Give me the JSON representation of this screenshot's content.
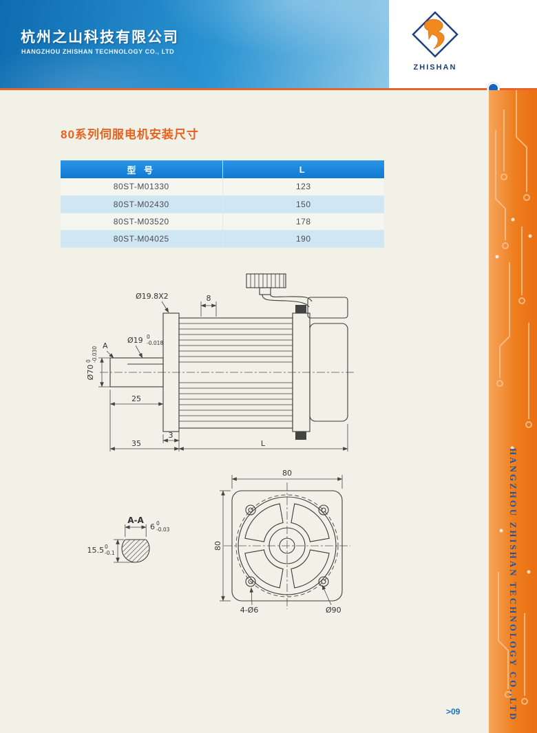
{
  "header": {
    "company_cn": "杭州之山科技有限公司",
    "company_en": "HANGZHOU ZHISHAN TECHNOLOGY CO., LTD",
    "logo_text": "ZHISHAN"
  },
  "sidebar": {
    "vertical_text": "HANGZHOU ZHISHAN TECHNOLOGY CO.,LTD"
  },
  "content": {
    "title": "80系列伺服电机安装尺寸",
    "page_number": ">09"
  },
  "table": {
    "headers": {
      "model": "型 号",
      "length": "L"
    },
    "rows": [
      {
        "model": "80ST-M01330",
        "length": "123"
      },
      {
        "model": "80ST-M02430",
        "length": "150"
      },
      {
        "model": "80ST-M03520",
        "length": "178"
      },
      {
        "model": "80ST-M04025",
        "length": "190"
      }
    ]
  },
  "side_view": {
    "dia_ring": "Ø19.8X2",
    "dim_8": "8",
    "label_a": "A",
    "dia_shaft": "Ø19",
    "dia_shaft_tol_top": "0",
    "dia_shaft_tol_bot": "-0.018",
    "dia_pilot": "Ø70",
    "dia_pilot_tol_top": "0",
    "dia_pilot_tol_bot": "-0.030",
    "dim_25": "25",
    "dim_35": "35",
    "dim_3": "3",
    "dim_L": "L"
  },
  "front_view": {
    "dim_width": "80",
    "dim_height": "80",
    "holes": "4-Ø6",
    "dia_guard": "Ø90"
  },
  "section_view": {
    "label": "A-A",
    "dim_flat": "6",
    "dim_flat_tol_top": "0",
    "dim_flat_tol_bot": "-0.03",
    "dim_depth": "15.5",
    "dim_depth_tol_top": "0",
    "dim_depth_tol_bot": "-0.1"
  },
  "colors": {
    "accent_orange": "#e8611f",
    "header_blue": "#1c85cf",
    "table_header_blue": "#0f78d2",
    "row_alt_blue": "#cfe7f2",
    "sidebar_orange": "#ee7d1d",
    "logo_navy": "#1c3e7c"
  }
}
